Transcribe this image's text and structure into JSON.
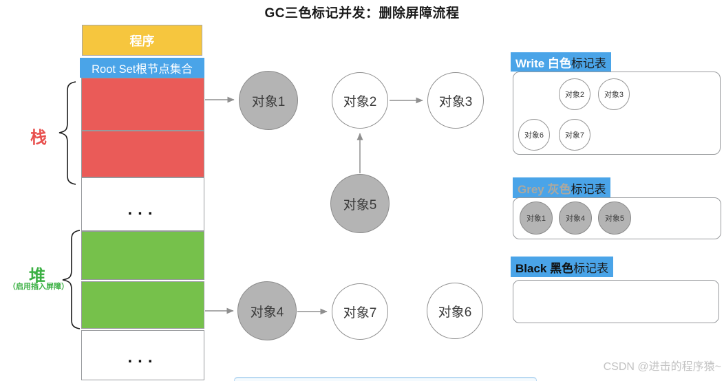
{
  "title": "GC三色标记并发：删除屏障流程",
  "memory": {
    "program": "程序",
    "root_set": "Root Set根节点集合",
    "stack_label": "栈",
    "heap_label": "堆",
    "heap_note": "（启用插入屏障）",
    "ellipsis": "..."
  },
  "objects": {
    "o1": {
      "label": "对象1",
      "color": "grey"
    },
    "o2": {
      "label": "对象2",
      "color": "white"
    },
    "o3": {
      "label": "对象3",
      "color": "white"
    },
    "o4": {
      "label": "对象4",
      "color": "grey"
    },
    "o5": {
      "label": "对象5",
      "color": "grey"
    },
    "o6": {
      "label": "对象6",
      "color": "white"
    },
    "o7": {
      "label": "对象7",
      "color": "white"
    }
  },
  "panels": {
    "white": {
      "title_highlight": "Write 白色",
      "title_rest": "标记表",
      "items": [
        "对象2",
        "对象3",
        "对象6",
        "对象7"
      ]
    },
    "grey": {
      "title_highlight": "Grey 灰色",
      "title_rest": "标记表",
      "items": [
        "对象1",
        "对象4",
        "对象5"
      ]
    },
    "black": {
      "title_highlight": "Black 黑色",
      "title_rest": "标记表",
      "items": []
    }
  },
  "colors": {
    "accent_blue": "#4AA4E8",
    "block_red": "#EA5B58",
    "block_green": "#76C14B",
    "block_yellow": "#F6C63E",
    "grey_object_fill": "#B4B4B4",
    "stack_label_red": "#E8504E",
    "heap_label_green": "#3BB043"
  },
  "watermark": "CSDN @进击的程序猿~"
}
